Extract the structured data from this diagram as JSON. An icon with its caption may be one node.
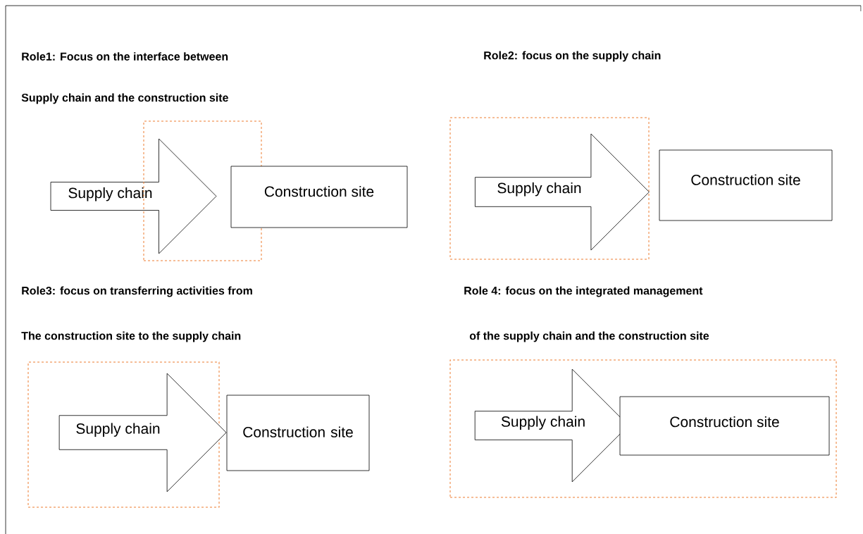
{
  "diagram": {
    "nodes": [
      {
        "text": [
          "Supply chain"
        ]
      },
      {
        "text": [],
        "shape": "box"
      },
      {
        "text": [
          "Construction site"
        ]
      },
      {
        "text": [],
        "shape": "box"
      },
      {
        "text": [
          "Supply chain"
        ],
        "in": 3
      },
      {
        "text": [
          "Construction site"
        ]
      },
      {
        "text": [],
        "shape": "box"
      },
      {
        "text": [
          "Supply chain"
        ],
        "in": 6
      },
      {
        "text": [
          "Construction site"
        ]
      },
      {
        "text": [],
        "shape": "box"
      },
      {
        "text": [
          "Supply chain"
        ],
        "in": 9
      },
      {
        "text": [
          "Construction site"
        ],
        "in": 9
      }
    ],
    "labels": [
      "Role1: Focus on the interface between",
      "Supply chain and the construction site",
      "Role2: focus on the supply chain",
      "Role3: focus on transferring activities from",
      "The construction site to the supply chain",
      "Role 4: focus on the integrated management",
      "of the supply chain and the construction site"
    ]
  }
}
